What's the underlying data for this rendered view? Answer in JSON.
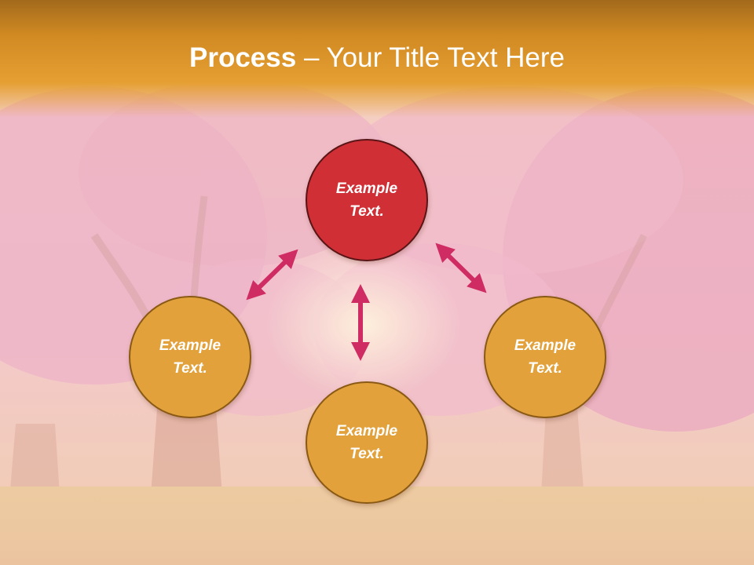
{
  "slide": {
    "title_bold": "Process",
    "title_rest": " – Your Title Text Here"
  },
  "nodes": [
    {
      "line1": "Example",
      "line2": "Text.",
      "color": "#d02f36"
    },
    {
      "line1": "Example",
      "line2": "Text.",
      "color": "#e2a13b"
    },
    {
      "line1": "Example",
      "line2": "Text.",
      "color": "#e2a13b"
    },
    {
      "line1": "Example",
      "line2": "Text.",
      "color": "#e2a13b"
    }
  ],
  "colors": {
    "header": "#d18a22",
    "arrow": "#d02c64",
    "background_tint": "#f0b7c4"
  }
}
